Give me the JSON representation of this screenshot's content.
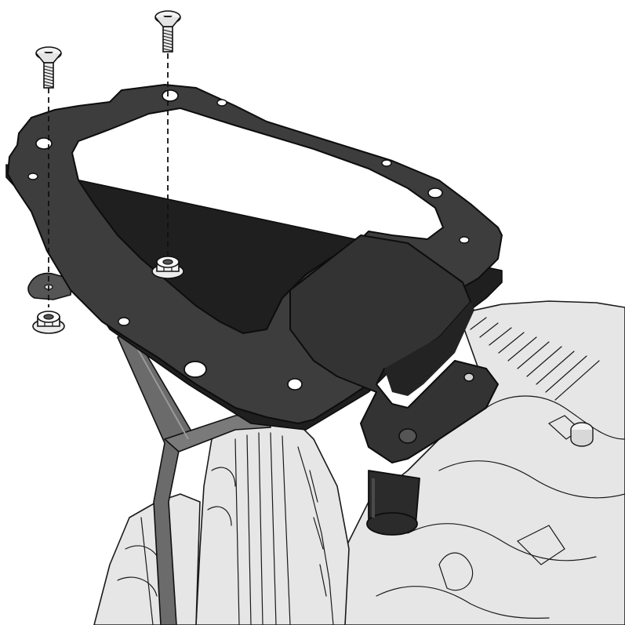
{
  "figure": {
    "kind": "exploded assembly illustration",
    "palette": {
      "background": "#ffffff",
      "bracket_fill": "#3d3d3d",
      "bracket_stroke": "#111111",
      "motorcycle_fill": "#e6e6e6",
      "motorcycle_stroke": "#1a1a1a",
      "hardware_fill": "#f2f2f2",
      "rail_fill": "#6b6b6b"
    },
    "parts": [
      {
        "id": "screw-left",
        "icon": "countersunk-screw-icon"
      },
      {
        "id": "screw-right",
        "icon": "countersunk-screw-icon"
      },
      {
        "id": "nut-left",
        "icon": "flange-nut-icon"
      },
      {
        "id": "nut-right",
        "icon": "flange-nut-icon"
      },
      {
        "id": "mounting-plate",
        "icon": "rack-plate-icon"
      },
      {
        "id": "support-tabs",
        "icon": "bracket-tab-icon"
      },
      {
        "id": "grab-rail",
        "icon": "grab-rail-icon"
      },
      {
        "id": "motorcycle-tail",
        "icon": "motorcycle-tail-icon"
      }
    ]
  }
}
